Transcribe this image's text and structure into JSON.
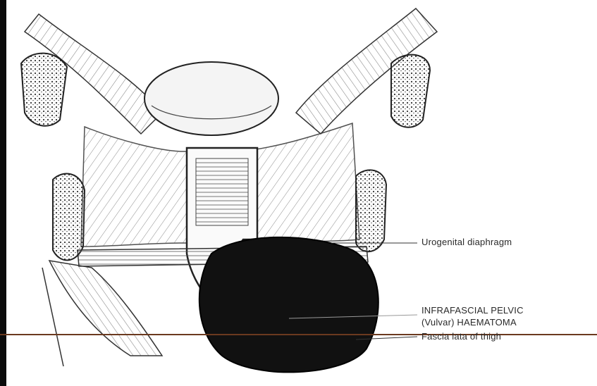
{
  "labels": {
    "urogenital": "Urogenital diaphragm",
    "haematoma_line1": "INFRAFASCIAL PELVIC",
    "haematoma_line2": "(Vulvar) HAEMATOMA",
    "fascia": "Fascia lata of thigh"
  },
  "colors": {
    "ink": "#2a2a2a",
    "haematoma": "#111111",
    "background": "#ffffff",
    "rule": "#6b3a1f"
  }
}
